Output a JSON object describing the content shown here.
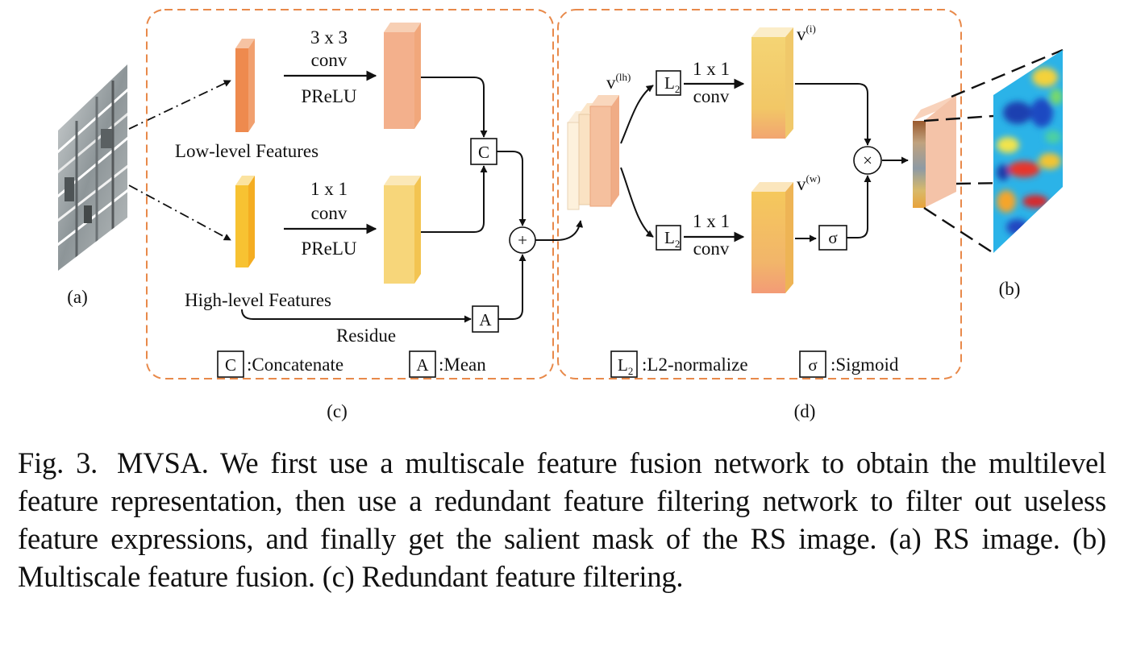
{
  "diagram": {
    "panel_labels": {
      "a": "(a)",
      "b": "(b)",
      "c": "(c)",
      "d": "(d)"
    },
    "left_module": {
      "low_branch": {
        "op_line1": "3 x 3",
        "op_line2": "conv",
        "activation": "PReLU",
        "label": "Low-level Features"
      },
      "high_branch": {
        "op_line1": "1 x 1",
        "op_line2": "conv",
        "activation": "PReLU",
        "label": "High-level Features"
      },
      "concat_symbol": "C",
      "mean_symbol": "A",
      "sum_symbol": "+",
      "residue_label": "Residue",
      "legend": [
        {
          "symbol": "C",
          "text": ":Concatenate"
        },
        {
          "symbol": "A",
          "text": ":Mean"
        }
      ]
    },
    "right_module": {
      "input_base": "v",
      "input_sup": "(lh)",
      "norm_symbol": "L",
      "norm_sub": "2",
      "top_op_line1": "1 x 1",
      "top_op_line2": "conv",
      "bottom_op_line1": "1 x 1",
      "bottom_op_line2": "conv",
      "top_out_base": "v",
      "top_out_sup": "(i)",
      "bottom_out_base": "v",
      "bottom_out_sup": "(w)",
      "sigmoid_symbol": "σ",
      "mult_symbol": "×",
      "legend": [
        {
          "symbol": "L",
          "sub": "2",
          "text": ":L2-normalize"
        },
        {
          "symbol": "σ",
          "text": ":Sigmoid"
        }
      ]
    },
    "colors": {
      "module_border": "#e8894a",
      "low_feature": "#ee8a4e",
      "low_feature_out": "#f3b08c",
      "high_feature": "#f7c232",
      "high_feature_out": "#f7d67a",
      "vlh": "#f8d9b4",
      "vi": "#f2cf73",
      "vw": "#f2c066",
      "arrow": "#111111"
    }
  },
  "caption": {
    "fig_number": "Fig. 3.",
    "text": "MVSA. We first use a multiscale feature fusion network to obtain the multilevel feature representation, then use a redundant feature filtering network to filter out useless feature expressions, and finally get the salient mask of the RS image. (a) RS image. (b) Multiscale feature fusion. (c) Redundant feature filtering."
  }
}
